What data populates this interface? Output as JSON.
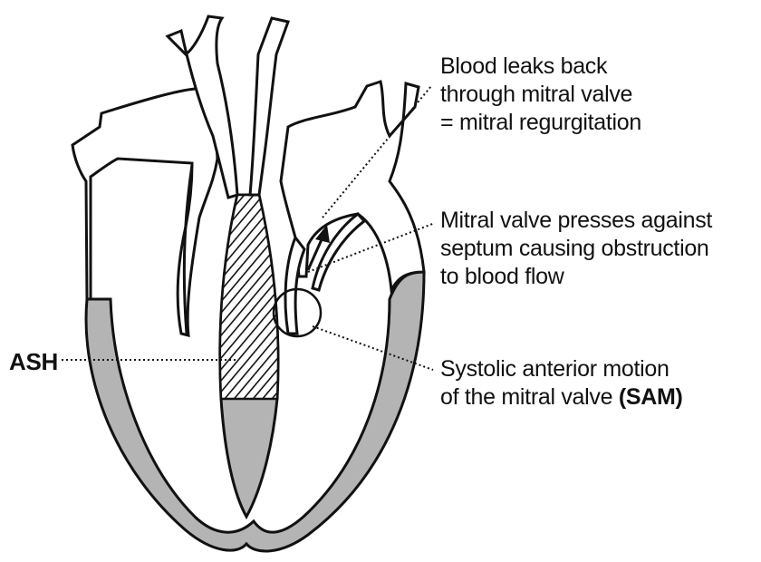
{
  "labels": {
    "ash": "ASH",
    "mitral_regurgitation": {
      "line1": "Blood leaks back",
      "line2": "through mitral valve",
      "line3": "= mitral regurgitation"
    },
    "mitral_valve_obstruction": {
      "line1": "Mitral valve presses against",
      "line2": "septum causing obstruction",
      "line3": "to blood flow"
    },
    "sam": {
      "line1": "Systolic anterior motion",
      "line2_prefix": "of the mitral valve ",
      "line2_bold": "(SAM)"
    }
  },
  "colors": {
    "outline": "#111111",
    "myocardium": "#b4b4b4",
    "background": "#ffffff"
  }
}
